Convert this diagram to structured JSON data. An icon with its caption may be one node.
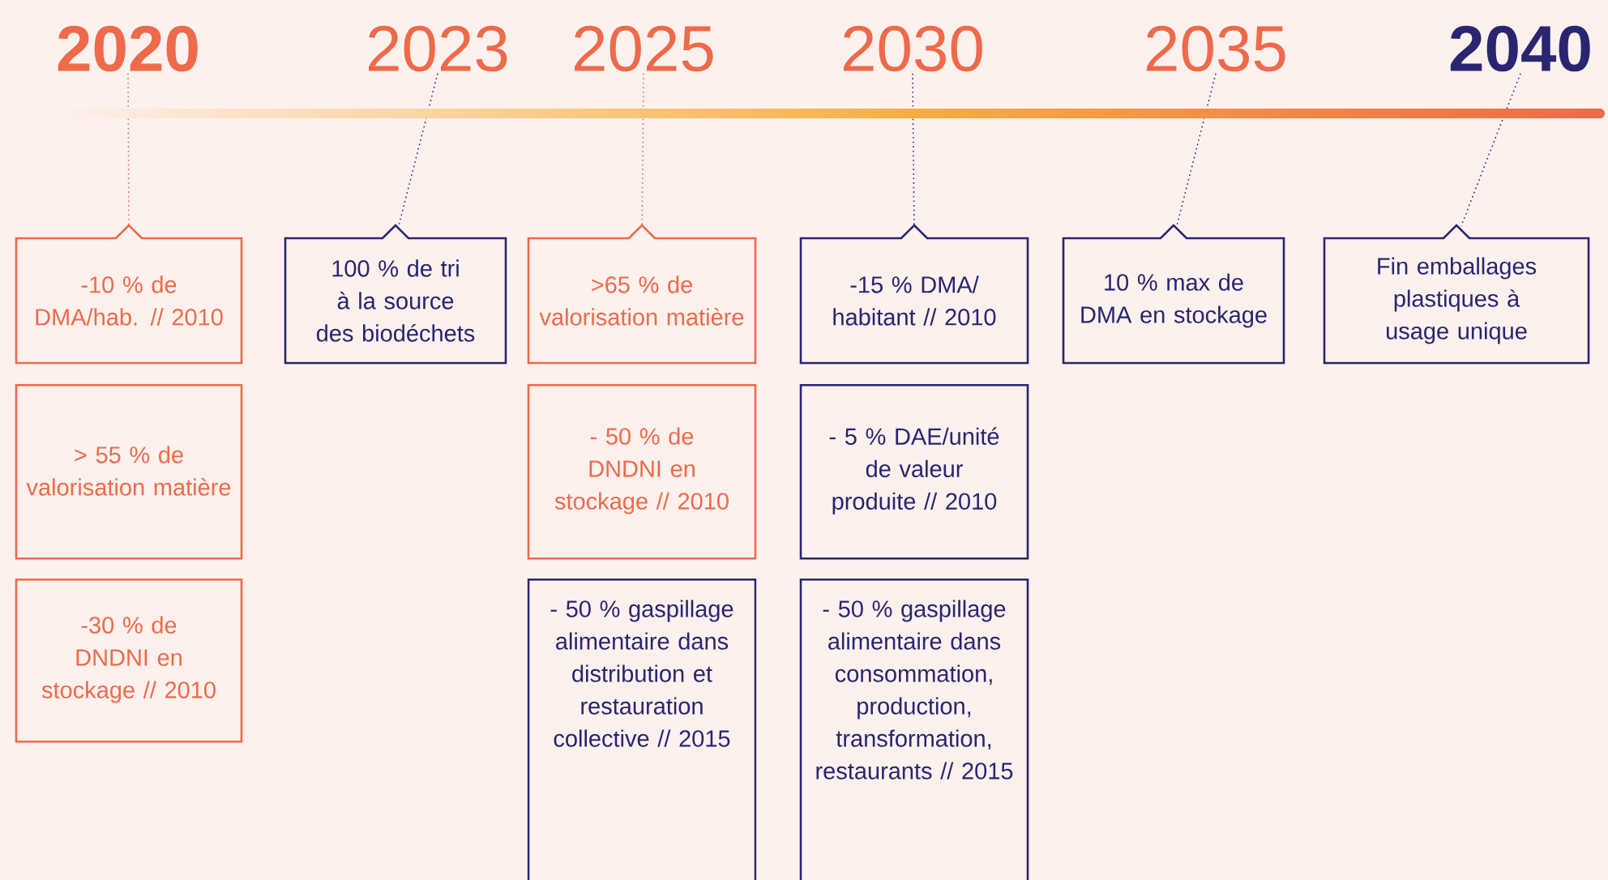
{
  "diagram": {
    "nodes": [
      {
        "text": [
          "2020"
        ]
      },
      {
        "text": [
          "2023"
        ]
      },
      {
        "text": [
          "2025"
        ]
      },
      {
        "text": [
          "2030"
        ]
      },
      {
        "text": [
          "2035"
        ]
      },
      {
        "text": [
          "2040"
        ]
      },
      {
        "text": [
          "-10 % de DMA/hab. // 2010"
        ]
      },
      {
        "text": [
          "> 55 % de valorisation matière"
        ]
      },
      {
        "text": [
          "-30 % de DNDNI en stockage // 2010"
        ]
      },
      {
        "text": [
          "100 % de tri à la source des biodéchets"
        ]
      },
      {
        "text": [
          ">65 % de valorisation matière"
        ]
      },
      {
        "text": [
          "- 50 % de DNDNI en stockage // 2010"
        ]
      },
      {
        "text": [
          "- 50 % gaspillage alimentaire dans distribution et restauration collective // 2015"
        ]
      },
      {
        "text": [
          "-15 % DMA/ habitant // 2010"
        ]
      },
      {
        "text": [
          "- 5 % DAE/unité de valeur produite // 2010"
        ]
      },
      {
        "text": [
          "- 50 % gaspillage alimentaire dans consommation, production, transformation, restaurants // 2015"
        ]
      },
      {
        "text": [
          "10 % max de DMA en stockage"
        ]
      },
      {
        "text": [
          "Fin emballages plastiques à usage unique"
        ]
      }
    ],
    "edges": [
      {
        "from": 0,
        "to": 6,
        "arrow": "none",
        "color": "#ee6a4a"
      },
      {
        "from": 1,
        "to": 9,
        "arrow": "none"
      },
      {
        "from": 2,
        "to": 10,
        "arrow": "none",
        "color": "#ee6a4a"
      },
      {
        "from": 3,
        "to": 13,
        "arrow": "none"
      },
      {
        "from": 4,
        "to": 16,
        "arrow": "none"
      },
      {
        "from": 5,
        "to": 17,
        "arrow": "none"
      }
    ]
  }
}
